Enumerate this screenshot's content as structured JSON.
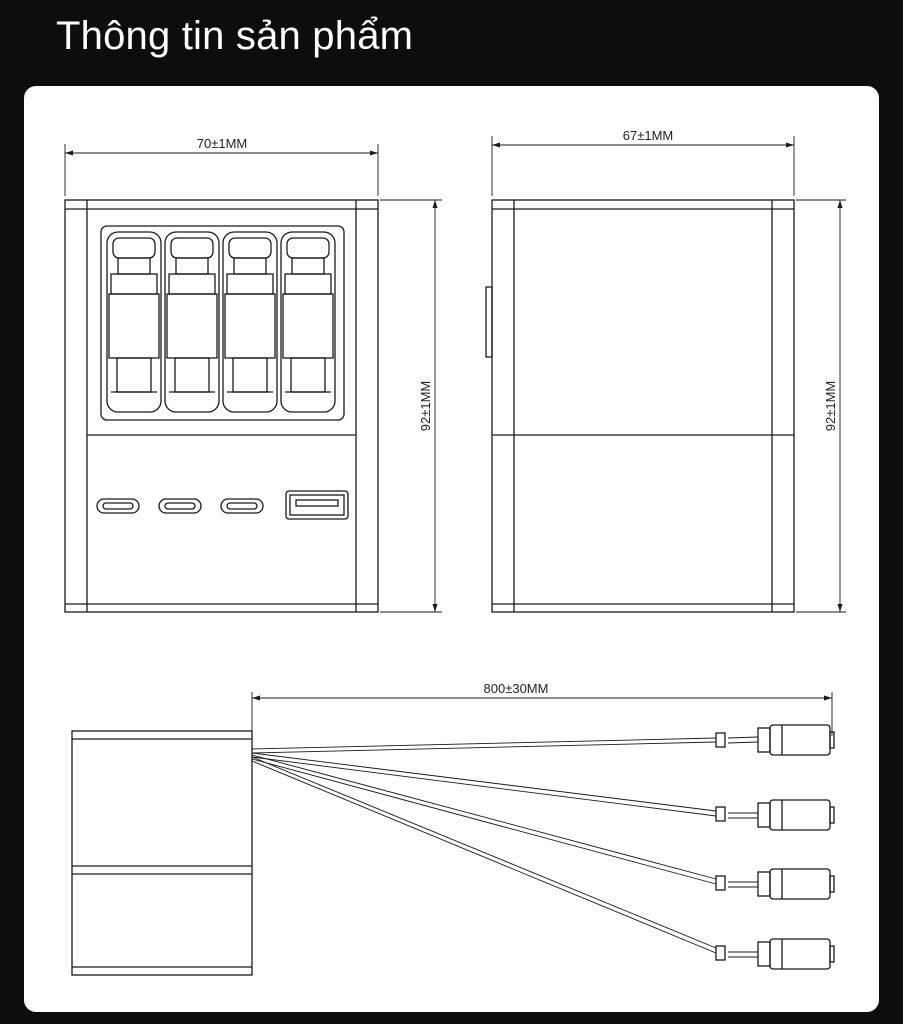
{
  "header": {
    "title": "Thông tin sản phẩm"
  },
  "front_view": {
    "width_label": "70±1MM",
    "height_label": "92±1MM"
  },
  "side_view": {
    "width_label": "67±1MM",
    "height_label": "92±1MM"
  },
  "cable_view": {
    "length_label": "800±30MM"
  },
  "colors": {
    "background": "#0d0d0d",
    "card": "#ffffff",
    "line": "#1a1a1a"
  }
}
